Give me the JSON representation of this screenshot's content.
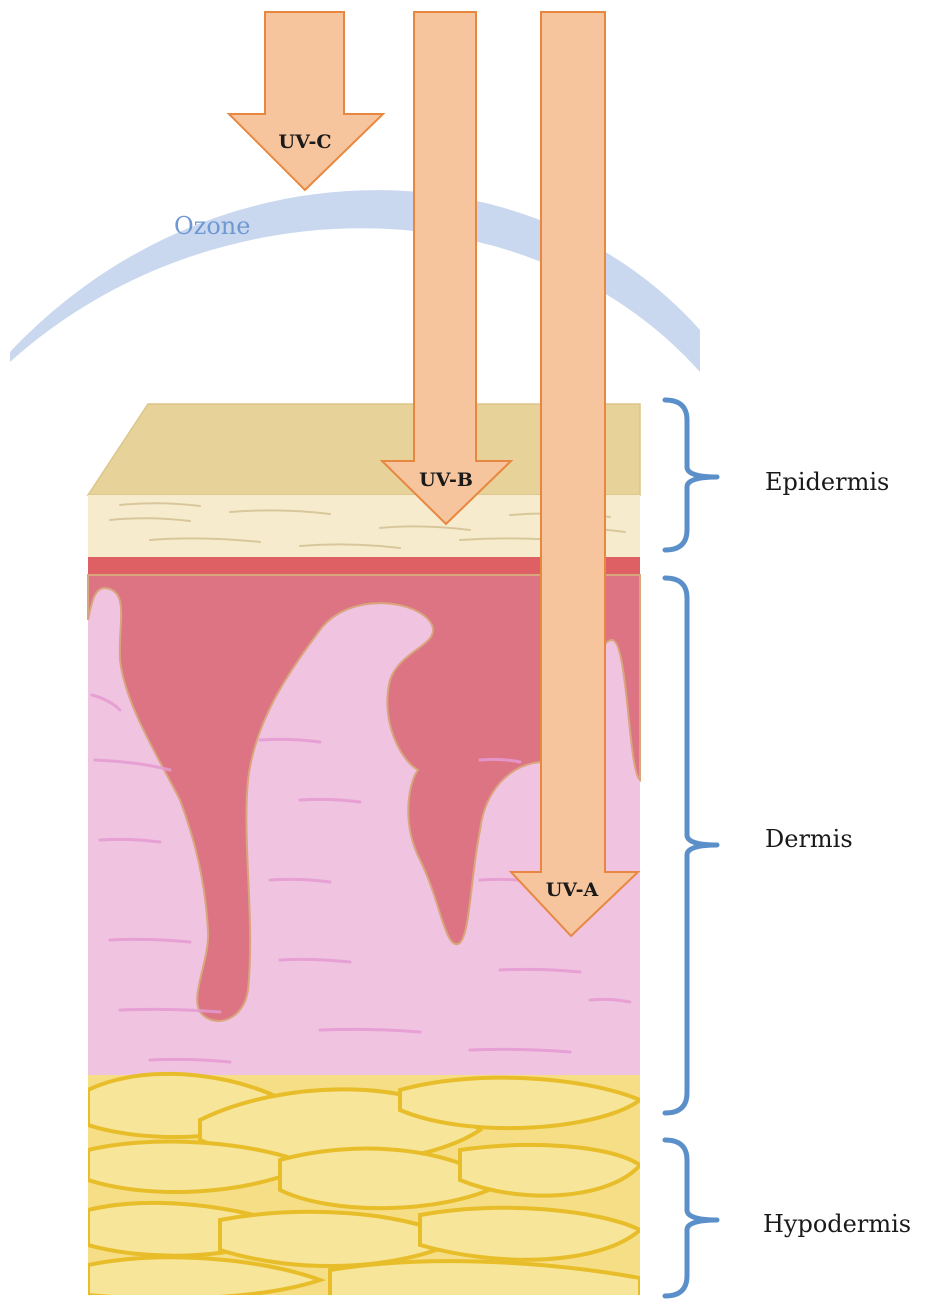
{
  "diagram": {
    "ozone_label": "Ozone",
    "arrows": [
      {
        "id": "uvc",
        "label": "UV-C"
      },
      {
        "id": "uvb",
        "label": "UV-B"
      },
      {
        "id": "uva",
        "label": "UV-A"
      }
    ],
    "layers": [
      {
        "id": "epidermis",
        "label": "Epidermis"
      },
      {
        "id": "dermis",
        "label": "Dermis"
      },
      {
        "id": "hypodermis",
        "label": "Hypodermis"
      }
    ],
    "colors": {
      "arrow_fill": "#f6c59d",
      "arrow_stroke": "#e8873f",
      "ozone": "#c9d8ef",
      "bracket": "#5b8fc9",
      "epidermis_top": "#e7d39a",
      "epidermis_band": "#f6eccd",
      "basal_line": "#df6064",
      "dermis": "#f0c3e1",
      "papillae": "#dd7484",
      "fat": "#f5de85",
      "fat_outline": "#e8bd2a"
    }
  }
}
